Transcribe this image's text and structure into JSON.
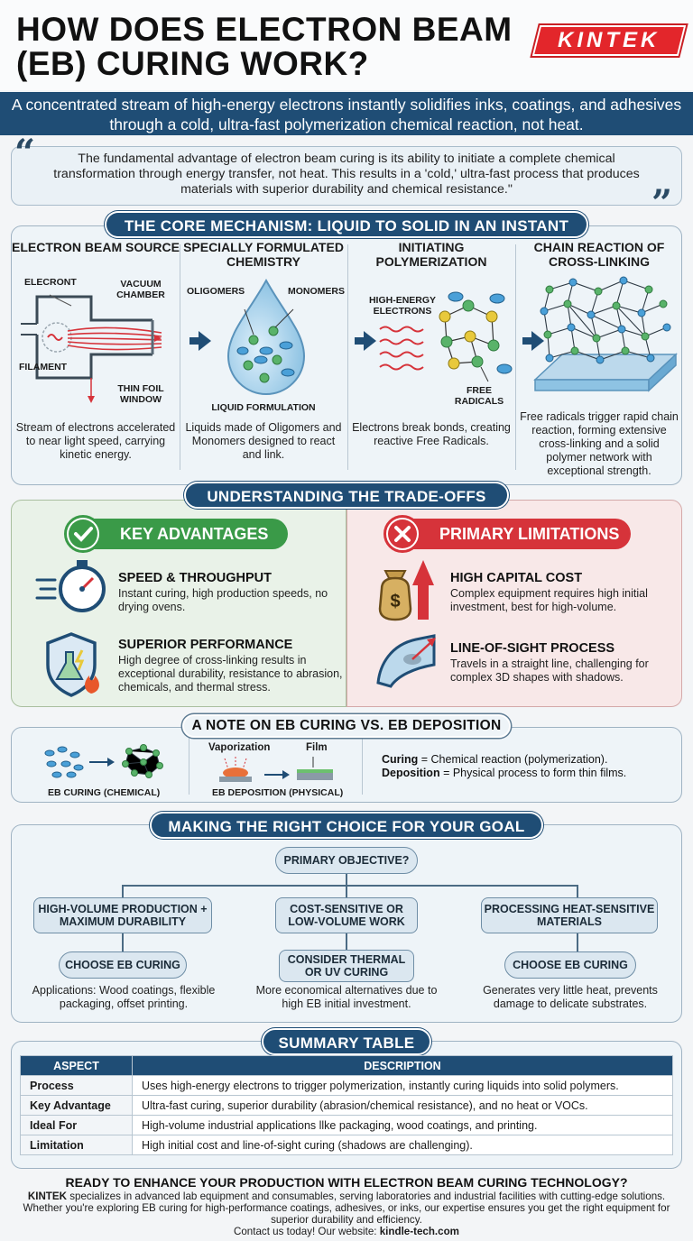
{
  "header": {
    "title": "How Does Electron Beam (EB) Curing Work?",
    "logo": "KINTEK",
    "subtitle": "A concentrated stream of high-energy electrons instantly solidifies inks, coatings, and adhesives through a cold, ultra-fast polymerization chemical reaction, not heat."
  },
  "quote": {
    "text": "The fundamental advantage of electron beam curing is its ability to initiate a complete chemical transformation through energy transfer, not heat. This results in a 'cold,' ultra-fast process that produces materials with superior durability and chemical resistance.\""
  },
  "mechanism": {
    "heading": "The Core Mechanism: Liquid to Solid in an Instant",
    "steps": [
      {
        "title": "Electron Beam Source",
        "labels": {
          "electrons": "Elecront",
          "chamber": "Vacuum Chamber",
          "filament": "Filament",
          "window": "Thin Foil Window"
        },
        "desc": "Stream of electrons accelerated to near light speed, carrying kinetic energy."
      },
      {
        "title": "Specially Formulated Chemistry",
        "labels": {
          "oligomers": "Oligomers",
          "monomers": "Monomers",
          "liquid": "Liquid Formulation"
        },
        "desc": "Liquids made of Oligomers and Monomers designed to react and link."
      },
      {
        "title": "Initiating Polymerization",
        "labels": {
          "electrons": "High-Energy Electrons",
          "radicals": "Free Radicals"
        },
        "desc": "Electrons break bonds, creating reactive Free Radicals."
      },
      {
        "title": "Chain Reaction of Cross-Linking",
        "desc": "Free radicals trigger rapid chain reaction, forming extensive cross-linking and a solid polymer network with exceptional strength."
      }
    ]
  },
  "tradeoffs": {
    "heading": "Understanding the Trade-Offs",
    "advantages": {
      "label": "Key Advantages",
      "items": [
        {
          "title": "Speed & Throughput",
          "desc": "Instant curing, high production speeds, no drying ovens."
        },
        {
          "title": "Superior Performance",
          "desc": "High degree of cross-linking results in exceptional durability, resistance to abrasion, chemicals, and thermal stress."
        }
      ]
    },
    "limitations": {
      "label": "Primary Limitations",
      "items": [
        {
          "title": "High Capital Cost",
          "desc": "Complex equipment requires high initial investment, best for high-volume."
        },
        {
          "title": "Line-of-Sight Process",
          "desc": "Travels in a straight line, challenging for complex 3D shapes with shadows."
        }
      ]
    }
  },
  "note": {
    "heading": "A Note on EB Curing vs. EB Deposition",
    "curing_label": "EB Curing (Chemical)",
    "vaporization": "Vaporization",
    "film": "Film",
    "deposition_label": "EB Deposition (Physical)",
    "curing_term": "Curing",
    "curing_def": " = Chemical reaction (polymerization).",
    "deposition_term": "Deposition",
    "deposition_def": " = Physical process to form thin films."
  },
  "choice": {
    "heading": "Making the Right Choice for Your Goal",
    "root": "Primary Objective?",
    "branches": [
      {
        "goal": "High-Volume Production + Maximum Durability",
        "action": "Choose EB Curing",
        "desc": "Applications: Wood coatings, flexible packaging, offset printing."
      },
      {
        "goal": "Cost-Sensitive or Low-Volume Work",
        "action": "Consider Thermal or UV Curing",
        "desc": "More economical alternatives due to high EB initial investment."
      },
      {
        "goal": "Processing Heat-Sensitive Materials",
        "action": "Choose EB Curing",
        "desc": "Generates very little heat, prevents damage to delicate substrates."
      }
    ]
  },
  "summary": {
    "heading": "Summary Table",
    "columns": [
      "Aspect",
      "Description"
    ],
    "rows": [
      {
        "aspect": "Process",
        "desc": "Uses high-energy electrons to trigger polymerization, instantly curing liquids into solid polymers."
      },
      {
        "aspect": "Key Advantage",
        "desc": "Ultra-fast curing, superior durability (abrasion/chemical resistance), and no heat or VOCs."
      },
      {
        "aspect": "Ideal For",
        "desc": "High-volume industrial applications llke packaging, wood coatings, and printing."
      },
      {
        "aspect": "Limitation",
        "desc": "High initial cost and line-of-sight curing (shadows are challenging)."
      }
    ]
  },
  "footer": {
    "heading": "Ready to Enhance Your Production with Electron Beam Curing Technology?",
    "brand": "KINTEK",
    "text": " specializes in advanced lab equipment and consumables, serving laboratories and industrial facilities with cutting-edge solutions. Whether you're exploring EB curing for high-performance coatings, adhesives, or inks, our expertise ensures you get the right equipment for superior durability and efficiency.",
    "contact": "Contact us today! Our website: ",
    "website": "kindle-tech.com"
  },
  "colors": {
    "navy": "#1f4d75",
    "green": "#3a9a48",
    "red": "#d6333a",
    "brand_red": "#e3262b"
  }
}
